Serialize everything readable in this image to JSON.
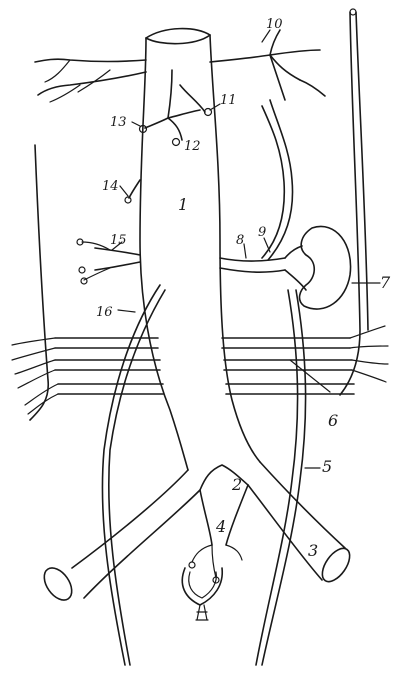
{
  "figure": {
    "background": "#ffffff",
    "ink": "#1a1a1a",
    "labels": [
      {
        "id": "l1",
        "text": "1"
      },
      {
        "id": "l2",
        "text": "2"
      },
      {
        "id": "l3",
        "text": "3"
      },
      {
        "id": "l4",
        "text": "4"
      },
      {
        "id": "l5",
        "text": "5"
      },
      {
        "id": "l6",
        "text": "6"
      },
      {
        "id": "l7",
        "text": "7"
      },
      {
        "id": "l8",
        "text": "8"
      },
      {
        "id": "l9",
        "text": "9"
      },
      {
        "id": "l10",
        "text": "10"
      },
      {
        "id": "l11",
        "text": "11"
      },
      {
        "id": "l12",
        "text": "12"
      },
      {
        "id": "l13",
        "text": "13"
      },
      {
        "id": "l14",
        "text": "14"
      },
      {
        "id": "l15",
        "text": "15"
      },
      {
        "id": "l16",
        "text": "16"
      }
    ]
  }
}
